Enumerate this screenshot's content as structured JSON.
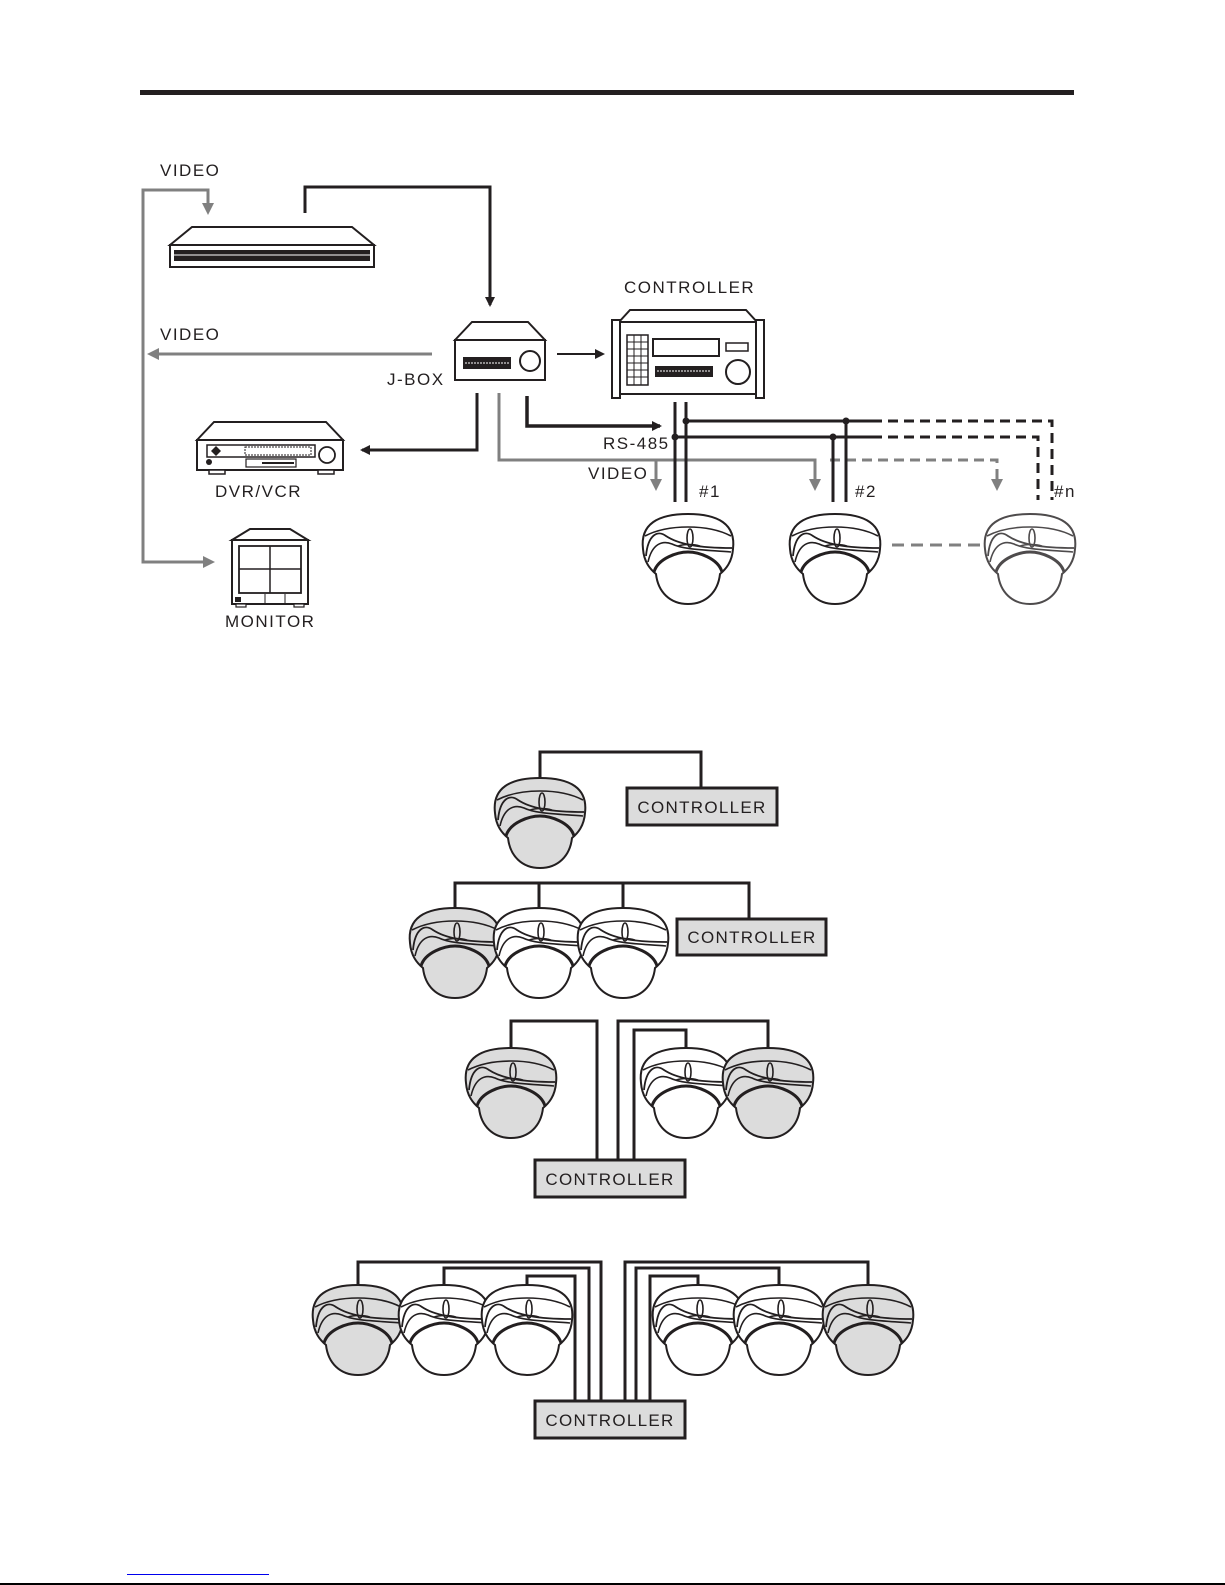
{
  "page": {
    "header_rule": true
  },
  "system_diagram": {
    "labels": {
      "video_top": "VIDEO",
      "video_left": "VIDEO",
      "jbox": "J-BOX",
      "controller": "CONTROLLER",
      "dvr": "DVR/VCR",
      "monitor": "MONITOR",
      "rs485": "RS-485",
      "video_cam": "VIDEO",
      "cam1": "#1",
      "cam2": "#2",
      "camn": "#n"
    },
    "devices": [
      "multiplexer",
      "j-box",
      "controller",
      "dvr-vcr",
      "monitor",
      "dome-camera-1",
      "dome-camera-2",
      "dome-camera-n"
    ],
    "colors": {
      "line": "#231f20",
      "video_line": "#808080",
      "fill_gray": "#dcdcdc"
    }
  },
  "topologies": [
    {
      "name": "single",
      "controller_label": "CONTROLLER",
      "cameras": 1
    },
    {
      "name": "daisy-chain",
      "controller_label": "CONTROLLER",
      "cameras": 3
    },
    {
      "name": "star-small",
      "controller_label": "CONTROLLER",
      "cameras": 3
    },
    {
      "name": "star-large",
      "controller_label": "CONTROLLER",
      "cameras": 6
    }
  ]
}
